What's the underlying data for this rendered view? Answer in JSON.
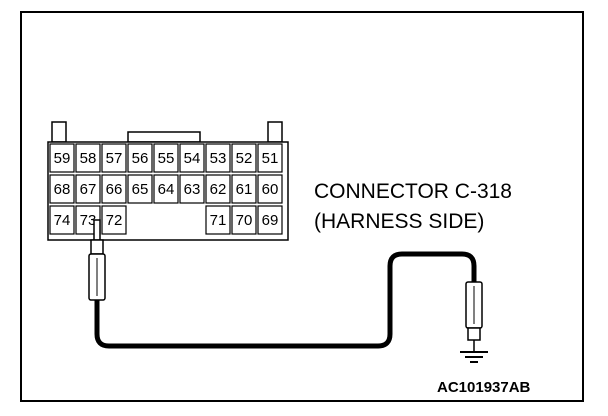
{
  "connector": {
    "title_line1": "CONNECTOR C-318",
    "title_line2": "(HARNESS SIDE)",
    "rows": [
      [
        "59",
        "58",
        "57",
        "56",
        "55",
        "54",
        "53",
        "52",
        "51"
      ],
      [
        "68",
        "67",
        "66",
        "65",
        "64",
        "63",
        "62",
        "61",
        "60"
      ],
      [
        "74",
        "73",
        "72",
        "",
        "",
        "",
        "71",
        "70",
        "69"
      ]
    ]
  },
  "figure_id": "AC101937AB"
}
